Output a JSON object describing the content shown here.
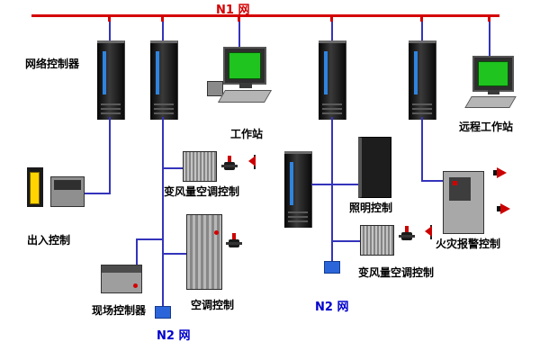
{
  "labels": {
    "n1": "N1 网",
    "network_controller": "网络控制器",
    "workstation": "工作站",
    "remote_workstation": "远程工作站",
    "access_control": "出入控制",
    "field_controller": "现场控制器",
    "vav_control_1": "变风量空调控制",
    "ac_control": "空调控制",
    "n2_net_1": "N2 网",
    "lighting_control": "照明控制",
    "vav_control_2": "变风量空调控制",
    "n2_net_2": "N2 网",
    "fire_alarm_control": "火灾报警控制"
  },
  "colors": {
    "bus_red": "#d40000",
    "connector_blue": "#3434bb",
    "n2_square_blue": "#2b65d9",
    "screen_green": "#1fc41f",
    "door_yellow": "#ffd400",
    "label_black": "#000000",
    "n2_text_blue": "#0000cc"
  }
}
